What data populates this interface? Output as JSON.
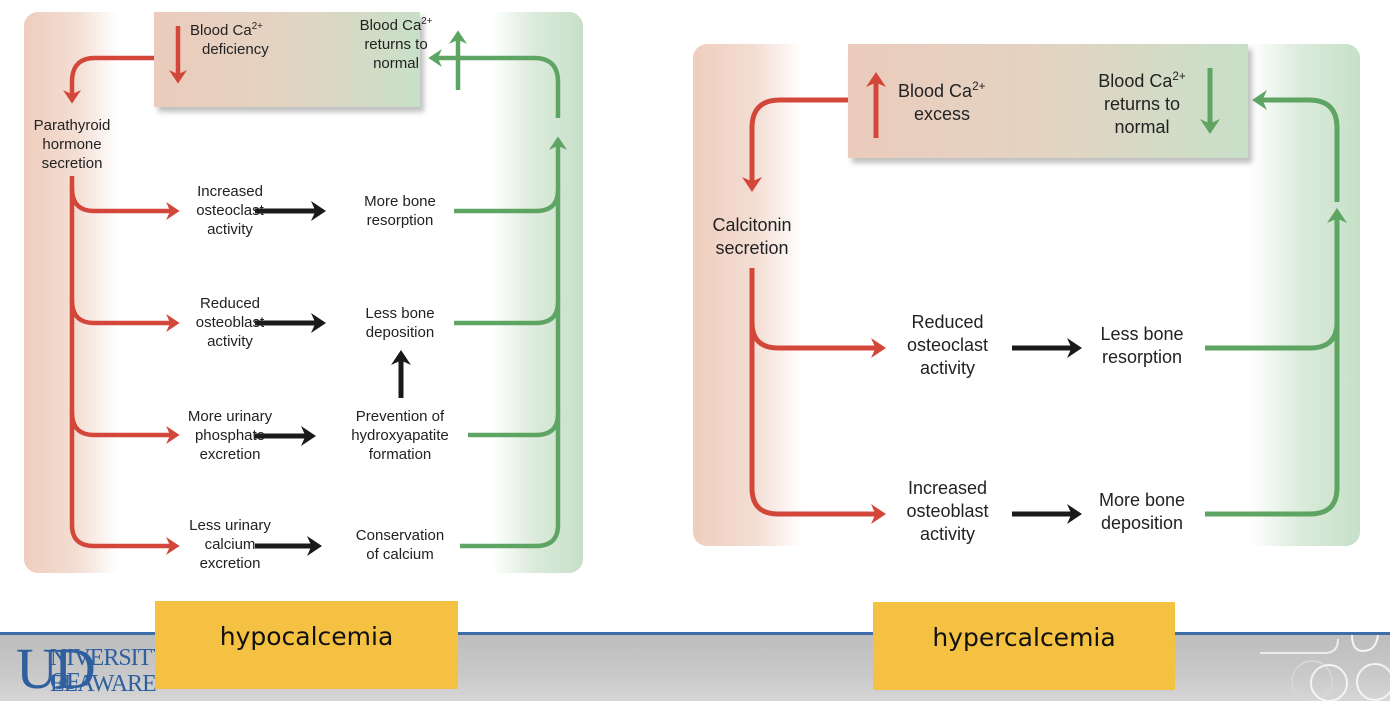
{
  "slide": {
    "left_diagram": {
      "caption": "hypocalcemia",
      "start": {
        "line1": "Blood Ca",
        "sup": "2+",
        "line2": "deficiency",
        "arrow": "down"
      },
      "end": {
        "line1": "Blood Ca",
        "sup": "2+",
        "line2": "returns to\nnormal",
        "arrow": "up"
      },
      "hormone": "Parathyroid\nhormone\nsecretion",
      "pathways": [
        {
          "cause": "Increased\nosteoclast\nactivity",
          "effect": "More bone\nresorption"
        },
        {
          "cause": "Reduced\nosteoblast\nactivity",
          "effect": "Less bone\ndeposition"
        },
        {
          "cause": "More urinary\nphosphate\nexcretion",
          "effect": "Prevention of\nhydroxyapatite\nformation"
        },
        {
          "cause": "Less urinary\ncalcium\nexcretion",
          "effect": "Conservation\nof calcium"
        }
      ]
    },
    "right_diagram": {
      "caption": "hypercalcemia",
      "start": {
        "line1": "Blood Ca",
        "sup": "2+",
        "line2": "excess",
        "arrow": "up"
      },
      "end": {
        "line1": "Blood Ca",
        "sup": "2+",
        "line2": "returns to\nnormal",
        "arrow": "down"
      },
      "hormone": "Calcitonin\nsecretion",
      "pathways": [
        {
          "cause": "Reduced\nosteoclast\nactivity",
          "effect": "Less bone\nresorption"
        },
        {
          "cause": "Increased\nosteoblast\nactivity",
          "effect": "More bone\ndeposition"
        }
      ]
    },
    "footer": {
      "logo_initials": "UD",
      "logo_line1": "NIVERSITY OF",
      "logo_line2": "ELAWARE"
    },
    "colors": {
      "red_arrow": "#d2473a",
      "green_arrow": "#5ea462",
      "black_arrow": "#1a1a1a",
      "caption_bg": "#f4c142",
      "footer_rule": "#3e6ea8",
      "logo": "#2f5f9e"
    }
  }
}
